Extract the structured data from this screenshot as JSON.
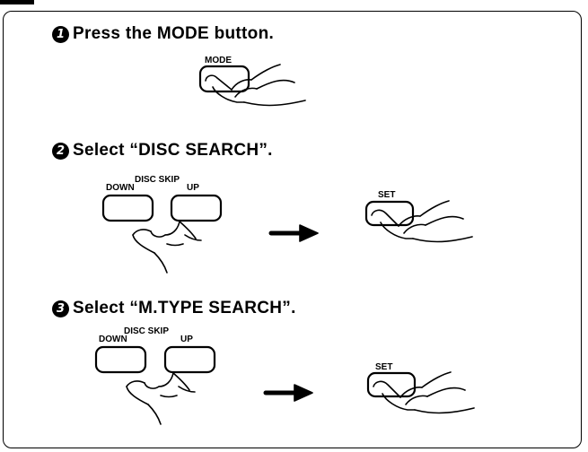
{
  "steps": [
    {
      "number": "1",
      "text": "Press the MODE button."
    },
    {
      "number": "2",
      "text": "Select “DISC SEARCH”."
    },
    {
      "number": "3",
      "text": "Select “M.TYPE SEARCH”."
    }
  ],
  "labels": {
    "mode": "MODE",
    "disc_skip": "DISC SKIP",
    "down": "DOWN",
    "up": "UP",
    "set": "SET"
  },
  "icons": [
    "hand-pressing-icon",
    "right-arrow-icon"
  ]
}
